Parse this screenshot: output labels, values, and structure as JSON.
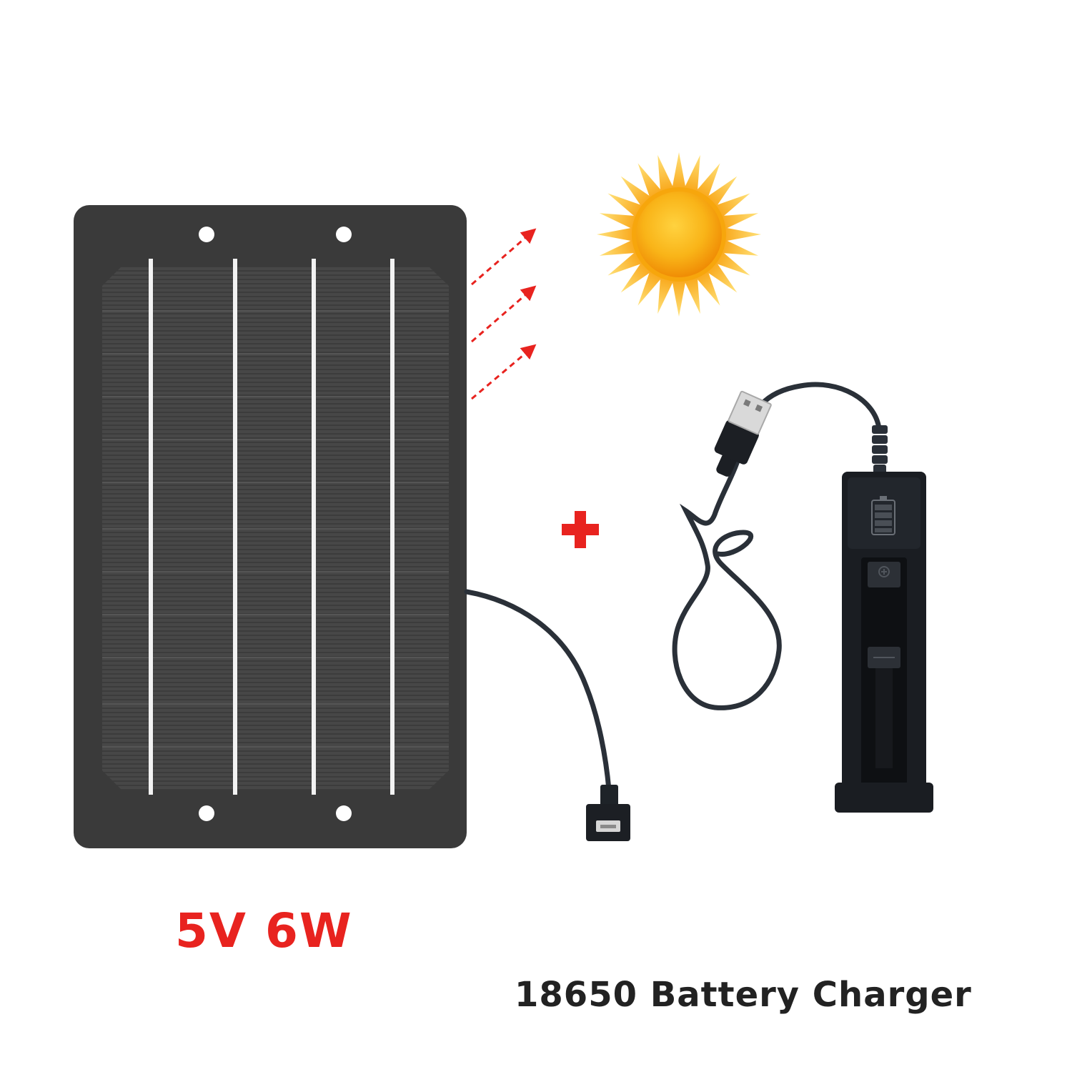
{
  "labels": {
    "spec": "5V 6W",
    "product": "18650 Battery Charger"
  },
  "colors": {
    "background": "#ffffff",
    "panel_frame": "#3a3a3a",
    "panel_cells": "#474747",
    "bus_bar": "#f2f2f2",
    "accent_red": "#e8231f",
    "text_dark": "#222222",
    "sun_inner": "#f7a60c",
    "sun_outer": "#ffe27a",
    "cable": "#2a3038"
  },
  "icons": {
    "sun": "sun-icon",
    "plus": "plus-icon",
    "arrow": "dashed-arrow-icon",
    "usb_female": "usb-female-connector",
    "usb_male": "usb-male-connector",
    "battery": "battery-level-icon"
  }
}
